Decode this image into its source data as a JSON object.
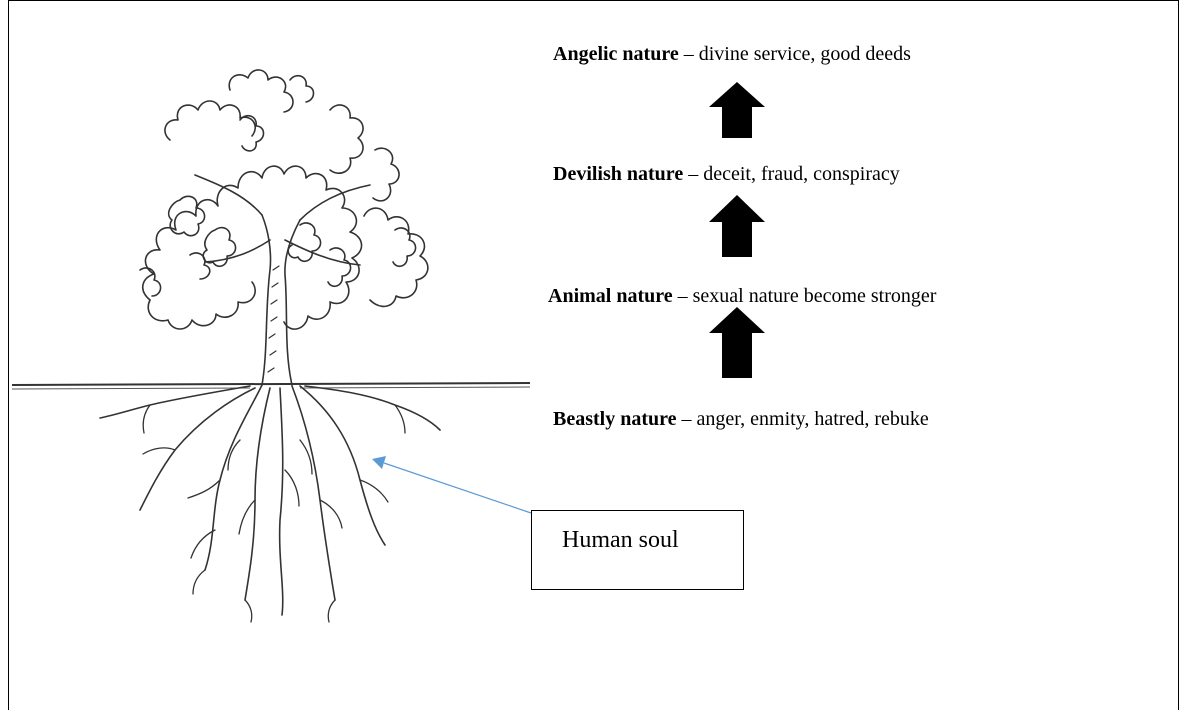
{
  "levels": [
    {
      "name": "Angelic nature",
      "desc": " – divine service, good deeds"
    },
    {
      "name": "Devilish nature",
      "desc": " – deceit, fraud, conspiracy"
    },
    {
      "name": "Animal nature",
      "desc": " – sexual nature become stronger"
    },
    {
      "name": "Beastly nature",
      "desc": " – anger, enmity, hatred, rebuke"
    }
  ],
  "callout": {
    "label": "Human soul"
  },
  "colors": {
    "pointer": "#5b9bd5",
    "arrows": "#000000",
    "ink": "#333333"
  },
  "icons": {
    "tree": "tree-illustration",
    "arrow": "up-arrow-icon"
  }
}
